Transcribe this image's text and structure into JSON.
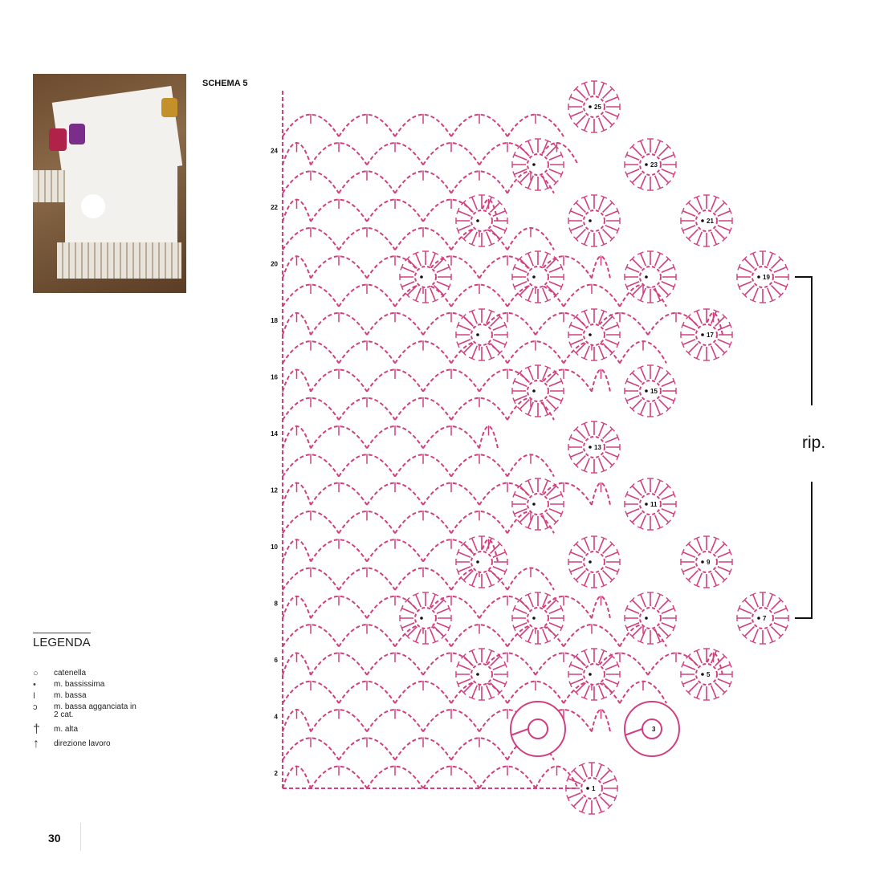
{
  "schema_title": "SCHEMA 5",
  "repeat_label": "rip.",
  "row_labels": [
    "2",
    "4",
    "6",
    "8",
    "10",
    "12",
    "14",
    "16",
    "18",
    "20",
    "22",
    "24"
  ],
  "motif_labels": [
    "1",
    "3",
    "5",
    "7",
    "9",
    "11",
    "13",
    "15",
    "17",
    "19",
    "21",
    "23",
    "25"
  ],
  "legend": {
    "title": "LEGENDA",
    "items": [
      {
        "symbol": "○",
        "label": "catenella"
      },
      {
        "symbol": "•",
        "label": "m. bassissima"
      },
      {
        "symbol": "I",
        "label": "m. bassa"
      },
      {
        "symbol": "ↄ",
        "label": "m. bassa agganciata in 2 cat."
      },
      {
        "symbol": "†",
        "label": "m. alta"
      },
      {
        "symbol": "↑",
        "label": "direzione lavoro"
      }
    ]
  },
  "page_number": "30",
  "colors": {
    "stitch": "#d0407f",
    "text": "#111111"
  }
}
